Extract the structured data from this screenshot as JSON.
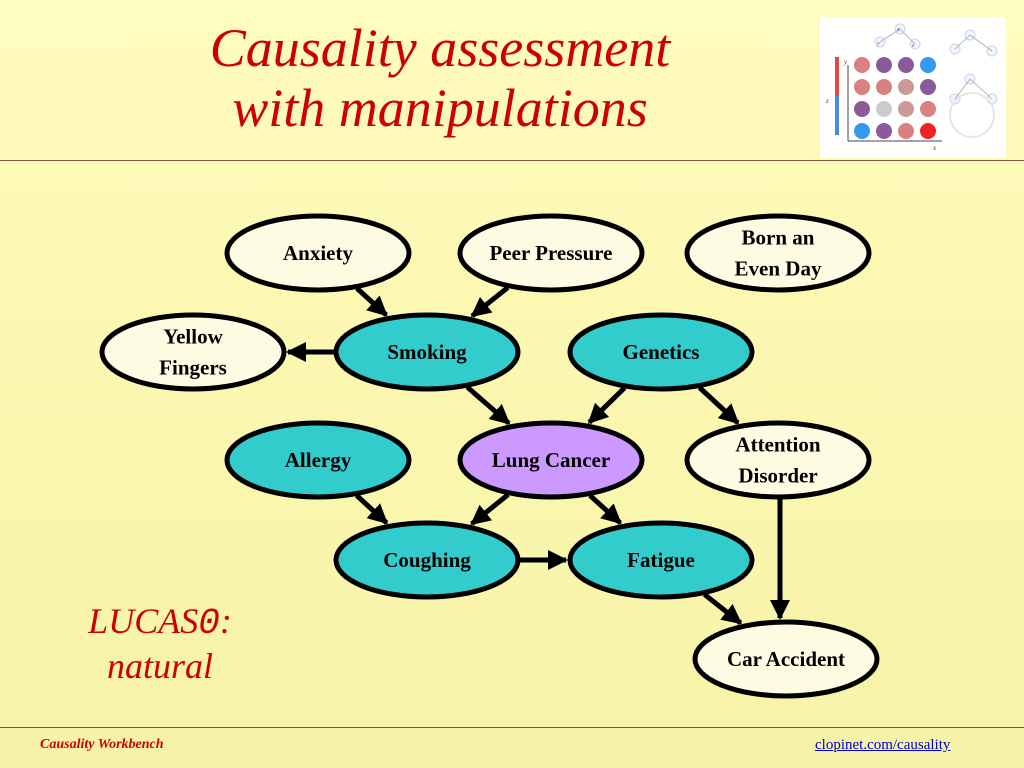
{
  "title": {
    "line1": "Causality assessment",
    "line2": "with manipulations"
  },
  "colors": {
    "title": "#cc0000",
    "light_node": "#fdfbe2",
    "teal_node": "#33cccc",
    "purple_node": "#cc99ff",
    "edge": "#000000"
  },
  "nodes": {
    "anxiety": {
      "lines": [
        "Anxiety"
      ],
      "fill": "light"
    },
    "peer_pressure": {
      "lines": [
        "Peer Pressure"
      ],
      "fill": "light"
    },
    "born_even_day": {
      "lines": [
        "Born an",
        "Even Day"
      ],
      "fill": "light"
    },
    "yellow_fingers": {
      "lines": [
        "Yellow",
        "Fingers"
      ],
      "fill": "light"
    },
    "smoking": {
      "lines": [
        "Smoking"
      ],
      "fill": "teal"
    },
    "genetics": {
      "lines": [
        "Genetics"
      ],
      "fill": "teal"
    },
    "allergy": {
      "lines": [
        "Allergy"
      ],
      "fill": "teal"
    },
    "lung_cancer": {
      "lines": [
        "Lung Cancer"
      ],
      "fill": "purple"
    },
    "attention_disorder": {
      "lines": [
        "Attention",
        "Disorder"
      ],
      "fill": "light"
    },
    "coughing": {
      "lines": [
        "Coughing"
      ],
      "fill": "teal"
    },
    "fatigue": {
      "lines": [
        "Fatigue"
      ],
      "fill": "teal"
    },
    "car_accident": {
      "lines": [
        "Car Accident"
      ],
      "fill": "light"
    }
  },
  "edges": [
    {
      "from": "anxiety",
      "to": "smoking"
    },
    {
      "from": "peer_pressure",
      "to": "smoking"
    },
    {
      "from": "smoking",
      "to": "yellow_fingers"
    },
    {
      "from": "smoking",
      "to": "lung_cancer"
    },
    {
      "from": "genetics",
      "to": "lung_cancer"
    },
    {
      "from": "genetics",
      "to": "attention_disorder"
    },
    {
      "from": "allergy",
      "to": "coughing"
    },
    {
      "from": "lung_cancer",
      "to": "coughing"
    },
    {
      "from": "lung_cancer",
      "to": "fatigue"
    },
    {
      "from": "coughing",
      "to": "fatigue"
    },
    {
      "from": "fatigue",
      "to": "car_accident"
    },
    {
      "from": "attention_disorder",
      "to": "car_accident"
    }
  ],
  "caption": {
    "name": "LUCAS",
    "digit": "0",
    "colon": ":",
    "subtitle": "natural"
  },
  "thumbnail": {
    "axis_y": "y",
    "axis_z": "z",
    "axis_x": "x",
    "node_y": "y",
    "node_x": "x",
    "node_z": "z",
    "dot_colors": [
      [
        "#d98080",
        "#8a5a9a",
        "#8a5a9a",
        "#3399ee"
      ],
      [
        "#d98080",
        "#d98080",
        "#cc9999",
        "#8a5a9a"
      ],
      [
        "#8a5a9a",
        "#cccccc",
        "#cc9999",
        "#d98080"
      ],
      [
        "#3399ee",
        "#8a5a9a",
        "#d98080",
        "#ee2222"
      ]
    ]
  },
  "footer": {
    "left": "Causality Workbench",
    "right": "clopinet.com/causality"
  }
}
